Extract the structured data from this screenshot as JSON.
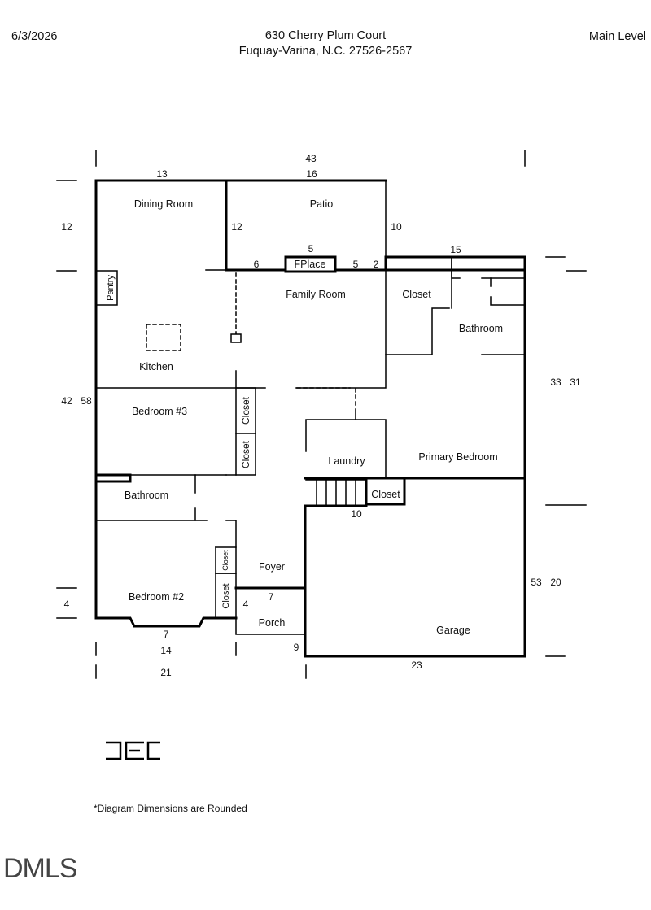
{
  "header": {
    "date": "6/3/2026",
    "address_line1": "630 Cherry Plum Court",
    "address_line2": "Fuquay-Varina, N.C. 27526-2567",
    "level": "Main Level"
  },
  "rooms": {
    "dining_room": "Dining Room",
    "patio": "Patio",
    "fireplace": "FPlace",
    "family_room": "Family Room",
    "closet_top": "Closet",
    "bathroom_primary": "Bathroom",
    "pantry": "Pantry",
    "kitchen": "Kitchen",
    "bedroom3": "Bedroom #3",
    "closet_b3_a": "Closet",
    "closet_b3_b": "Closet",
    "laundry": "Laundry",
    "primary_bedroom": "Primary Bedroom",
    "closet_garage": "Closet",
    "bathroom_hall": "Bathroom",
    "foyer": "Foyer",
    "closet_b2_a": "Closet",
    "closet_b2_b": "Closet",
    "bedroom2": "Bedroom #2",
    "porch": "Porch",
    "garage": "Garage"
  },
  "dimensions": {
    "total_width": "43",
    "dining_width": "13",
    "patio_width": "16",
    "dining_depth": "12",
    "patio_left": "12",
    "patio_right": "10",
    "fp_top": "5",
    "fp_left": "6",
    "fp_right": "5",
    "fp_right2": "2",
    "bath_width": "15",
    "left_42": "42",
    "left_58": "58",
    "right_33": "33",
    "right_31": "31",
    "stair_10": "10",
    "right_53": "53",
    "right_20": "20",
    "left_4": "4",
    "foyer_4": "4",
    "foyer_7": "7",
    "bay_7": "7",
    "bottom_14": "14",
    "porch_9": "9",
    "bottom_21": "21",
    "bottom_23": "23"
  },
  "logo_text": "DEC",
  "footnote": "*Diagram Dimensions are Rounded",
  "watermark": "DMLS"
}
